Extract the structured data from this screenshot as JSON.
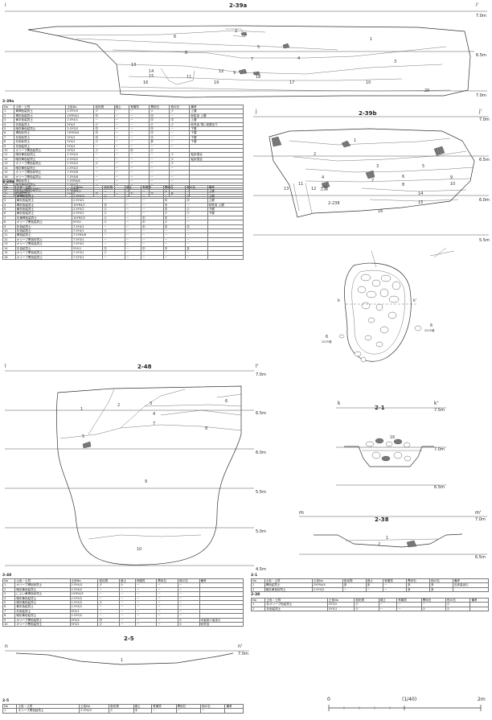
{
  "sections": {
    "s239a": {
      "title": "2-39a",
      "left": "i",
      "right": "i'",
      "elev": [
        "7.0m",
        "6.5m",
        "7.0m"
      ],
      "layers": [
        "1",
        "2",
        "3",
        "4",
        "5",
        "6",
        "7",
        "8",
        "9",
        "10",
        "11",
        "12",
        "13",
        "14",
        "15",
        "16",
        "17",
        "18",
        "19",
        "20"
      ]
    },
    "s239b": {
      "title": "2-39b",
      "left": "j",
      "right": "j'",
      "elev": [
        "7.0m",
        "6.5m",
        "6.0m",
        "5.5m"
      ],
      "layers": [
        "1",
        "2",
        "3",
        "4",
        "5",
        "6",
        "7",
        "8",
        "9",
        "10",
        "11",
        "12",
        "13",
        "14",
        "15",
        "16"
      ],
      "extra": [
        "土器",
        "2-238"
      ]
    },
    "s248": {
      "title": "2-48",
      "left": "l",
      "right": "l'",
      "elev": [
        "7.0m",
        "6.5m",
        "6.0m",
        "5.5m",
        "5.0m",
        "4.5m"
      ],
      "layers": [
        "1",
        "2",
        "3",
        "4",
        "5",
        "6",
        "7",
        "8",
        "9",
        "10"
      ]
    },
    "s21": {
      "title": "2-1",
      "left": "k",
      "right": "k'",
      "elev": [
        "7.5m",
        "7.0m",
        "6.5m"
      ],
      "extra": [
        "1K"
      ]
    },
    "s238": {
      "title": "2-38",
      "left": "m",
      "right": "m'",
      "elev": [
        "7.0m",
        "6.5m"
      ],
      "layers": [
        "1",
        "2"
      ]
    },
    "s25": {
      "title": "2-5",
      "left": "n",
      "right": "n'",
      "elev": [
        "7.0m"
      ],
      "layers": [
        "1"
      ]
    },
    "plan": {
      "labels": [
        "k",
        "k'",
        "6",
        "2025頃",
        "6",
        "2025頃"
      ]
    }
  },
  "tables": {
    "t239a": {
      "title": "2-39a",
      "header": [
        "No",
        "土色・土質",
        "土色No",
        "炭化物",
        "焼土",
        "有機質",
        "黒砂石",
        "他の石",
        "備考"
      ],
      "rows": [
        [
          "1",
          "黄褐色粘質土",
          "2.5Y5/3",
          "少",
          "－",
          "－",
          "少",
          "少",
          "上層"
        ],
        [
          "2",
          "褐灰色粘質土",
          "10YR4/1",
          "中",
          "－",
          "－",
          "中",
          "－",
          "砂粒含 上層"
        ],
        [
          "3",
          "黄灰色粘質土",
          "2.5Y4/1",
          "－",
          "－",
          "－",
          "中",
          "中",
          "上層"
        ],
        [
          "4",
          "灰色粘質土",
          "5Y4/1",
          "少",
          "－",
          "－",
          "少",
          "少",
          "砂質含 薄い炭層あり"
        ],
        [
          "5",
          "暗灰黄色粘質土",
          "2.5Y5/2",
          "中",
          "－",
          "－",
          "中",
          "－",
          "下層"
        ],
        [
          "6",
          "褐色砂質土",
          "10YR4/4",
          "中",
          "－",
          "－",
          "中",
          "－",
          "下層"
        ],
        [
          "7",
          "灰色砂質土",
          "5Y4/1",
          "中",
          "－",
          "－",
          "中",
          "－",
          "下層"
        ],
        [
          "8",
          "灰色砂質土",
          "5Y4/1",
          "少",
          "－",
          "－",
          "多",
          "－",
          "下層"
        ],
        [
          "9",
          "灰色粘質土",
          "5Y4/1",
          "－",
          "－",
          "－",
          "－",
          "－",
          ""
        ],
        [
          "10",
          "オリーブ黒色粘質土",
          "5Y3/1",
          "少",
          "－",
          "中",
          "少",
          "",
          ""
        ],
        [
          "11",
          "暗灰黄色粘質土",
          "2.5Y4/2",
          "－",
          "－",
          "－",
          "－",
          "少",
          "粘砂混合"
        ],
        [
          "12",
          "暗灰黄色粘質土",
          "2.5Y4/2",
          "－",
          "－",
          "－",
          "－",
          "少",
          "粘砂混合"
        ],
        [
          "13",
          "オリーブ黒色粘質土",
          "2.5Y4/2",
          "少",
          "－",
          "－",
          "－",
          "少",
          ""
        ],
        [
          "14",
          "暗灰黄色粘質土",
          "2.5Y4/2",
          "－",
          "－",
          "－",
          "－",
          "－",
          ""
        ],
        [
          "15",
          "オリーブ黒色砂質土",
          "7.5Y4/6",
          "－",
          "－",
          "－",
          "－",
          "－",
          ""
        ],
        [
          "16",
          "オリーブ黒色粘質土",
          "7.5Y4/6",
          "－",
          "－",
          "－",
          "－",
          "－",
          ""
        ],
        [
          "17",
          "褐色砂質土",
          "7.5YR4/6",
          "－",
          "－",
          "－",
          "－",
          "－",
          ""
        ],
        [
          "18",
          "暗灰黄色粘質土",
          "2.5Y4/2",
          "－",
          "－",
          "－",
          "－",
          "－",
          ""
        ],
        [
          "19",
          "オリーブ黒色粘質土",
          "2.5Y3/3",
          "－",
          "－",
          "－",
          "－",
          "－",
          ""
        ],
        [
          "20",
          "灰色粘質土",
          "5Y4/1",
          "中",
          "－",
          "中",
          "中",
          "多",
          ""
        ]
      ]
    },
    "t239b": {
      "title": "2-39b",
      "header": [
        "No",
        "土色・土質",
        "土色No",
        "炭化物",
        "焼土",
        "有機質",
        "黒砂石",
        "他の石",
        "備考"
      ],
      "rows": [
        [
          "1",
          "灰色粘質土",
          "5Y5/1",
          "－",
          "－",
          "－",
          "少",
          "－",
          "上層"
        ],
        [
          "2",
          "黄褐色粘質土",
          "2.5Y5/3",
          "少",
          "－",
          "－",
          "－",
          "少",
          "上層"
        ],
        [
          "3",
          "黄灰色粘質土",
          "2.5Y4/1",
          "－",
          "－",
          "－",
          "中",
          "中",
          "上層"
        ],
        [
          "4",
          "褐灰色粘質土",
          "10YR4/1",
          "中",
          "－",
          "－",
          "中",
          "－",
          "砂質含 上層"
        ],
        [
          "5",
          "黄灰色粘質土",
          "2.5Y5/1",
          "少",
          "－",
          "－",
          "中",
          "少",
          "下層"
        ],
        [
          "6",
          "黄灰色粘質土",
          "2.5Y5/1",
          "少",
          "－",
          "－",
          "少",
          "少",
          "下層"
        ],
        [
          "7",
          "灰黄褐色粘質土",
          "10YR5/2",
          "少",
          "－",
          "中",
          "中",
          "－",
          ""
        ],
        [
          "8",
          "オリーブ黒色粘質土",
          "5Y3/1",
          "少",
          "－",
          "中",
          "少",
          "－",
          ""
        ],
        [
          "9",
          "灰色粘質土",
          "7.5Y4/1",
          "－",
          "－",
          "中",
          "中",
          "中",
          ""
        ],
        [
          "10",
          "灰色粘質土",
          "7.5Y4/1",
          "少",
          "－",
          "－",
          "－",
          "－",
          ""
        ],
        [
          "11",
          "褐色粘質土",
          "7.5YR4/6",
          "－",
          "－",
          "－",
          "－",
          "－",
          ""
        ],
        [
          "12",
          "オリーブ黒色砂質土",
          "7.5Y3/1",
          "－",
          "－",
          "－",
          "－",
          "－",
          ""
        ],
        [
          "13",
          "オリーブ黒色粘質土",
          "7.5Y3/1",
          "－",
          "－",
          "－",
          "－",
          "－",
          ""
        ],
        [
          "14",
          "灰色粘質土",
          "5Y4/1",
          "中",
          "－",
          "中",
          "中",
          "多",
          ""
        ],
        [
          "15",
          "オリーブ黒色粘質土",
          "7.5Y3/1",
          "少",
          "－",
          "－",
          "－",
          "－",
          ""
        ],
        [
          "16",
          "オリーブ黒色粘質土",
          "7.5Y3/1",
          "－",
          "－",
          "－",
          "－",
          "－",
          ""
        ]
      ]
    },
    "t248": {
      "title": "2-48",
      "header": [
        "No",
        "土色・土質",
        "土色No",
        "炭化物",
        "焼土",
        "有機質",
        "黒砂石",
        "他の石",
        "備考"
      ],
      "rows": [
        [
          "1",
          "オリーブ褐色砂質土",
          "2.5Y4/3",
          "少",
          "少",
          "－",
          "－",
          "－",
          ""
        ],
        [
          "2",
          "暗灰黄色粘質土",
          "2.5Y4/2",
          "－",
          "－",
          "－",
          "－",
          "－",
          ""
        ],
        [
          "3",
          "にぶい黄褐色砂質土",
          "10YR4/3",
          "－",
          "－",
          "－",
          "－",
          "－",
          ""
        ],
        [
          "4",
          "暗灰黄色粘質土",
          "2.5Y5/2",
          "－",
          "－",
          "－",
          "－",
          "－",
          ""
        ],
        [
          "5",
          "暗灰黄色粘質土",
          "2.5Y4/2",
          "少",
          "－",
          "－",
          "－",
          "－",
          ""
        ],
        [
          "6",
          "黄灰色粘質土",
          "2.5Y4/1",
          "－",
          "－",
          "－",
          "－",
          "－",
          ""
        ],
        [
          "7",
          "灰色粘質土",
          "5Y4/1",
          "－",
          "－",
          "－",
          "－",
          "－",
          ""
        ],
        [
          "8",
          "暗灰黄色粘質土",
          "2.5Y5/2",
          "－",
          "－",
          "－",
          "－",
          "－",
          ""
        ],
        [
          "9",
          "オリーブ黒色粘質土",
          "5Y3/2",
          "中",
          "－",
          "－",
          "－",
          "少",
          "木製品少量含む"
        ],
        [
          "10",
          "オリーブ黒色粘質土",
          "5Y3/1",
          "少",
          "－",
          "－",
          "－",
          "少",
          "砂質含"
        ]
      ]
    },
    "t21": {
      "title": "2-1",
      "header": [
        "No",
        "土色・土質",
        "土色No",
        "炭化物",
        "焼土",
        "有機質",
        "黒砂石",
        "他の石",
        "備考"
      ],
      "rows": [
        [
          "1",
          "褐色粘質土",
          "10YR4/4",
          "多",
          "多",
          "－",
          "多",
          "多",
          "瓦多量含む"
        ],
        [
          "2",
          "暗灰黄色砂質土",
          "2.5Y4/2",
          "－",
          "－",
          "－",
          "多",
          "多",
          ""
        ]
      ]
    },
    "t238": {
      "title": "2-38",
      "header": [
        "No",
        "土色・土質",
        "土色No",
        "炭化物",
        "焼土",
        "有機質",
        "黒砂石",
        "他の石",
        "備考"
      ],
      "rows": [
        [
          "1",
          "灰オリーブ色粘質土",
          "5Y5/2",
          "少",
          "－",
          "－",
          "－",
          "少",
          ""
        ],
        [
          "2",
          "灰色粘質土",
          "5Y5/1",
          "少",
          "－",
          "－",
          "少",
          "少",
          ""
        ]
      ]
    },
    "t25": {
      "title": "2-5",
      "header": [
        "No",
        "土色・土質",
        "土色No",
        "炭化物",
        "焼土",
        "有機質",
        "黒砂石",
        "他の石",
        "備考"
      ],
      "rows": [
        [
          "1",
          "オリーブ黒色粘質土",
          "2.5Y4/3",
          "少",
          "中",
          "－",
          "－",
          "－",
          ""
        ]
      ]
    }
  },
  "scale": {
    "start": "0",
    "ratio": "(1/40)",
    "end": "2m"
  }
}
